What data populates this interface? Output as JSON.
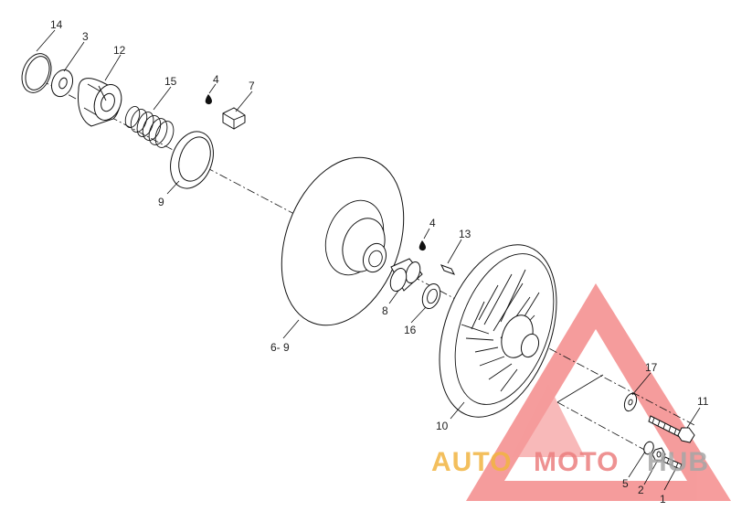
{
  "labels": {
    "l1": "1",
    "l2": "2",
    "l3": "3",
    "l4a": "4",
    "l4b": "4",
    "l5": "5",
    "l7": "7",
    "l8": "8",
    "l9": "9",
    "l10": "10",
    "l11": "11",
    "l12": "12",
    "l13": "13",
    "l14": "14",
    "l15": "15",
    "l16": "16",
    "l17": "17",
    "l69": "6- 9"
  },
  "watermark": {
    "word_a": "AUTO",
    "word_b": "MOTO",
    "word_c": "HUB",
    "color_a": "#f2b441",
    "color_b": "#ec7f7f",
    "color_c": "#a6a6a6",
    "triangle_color": "#ee4c4c"
  }
}
